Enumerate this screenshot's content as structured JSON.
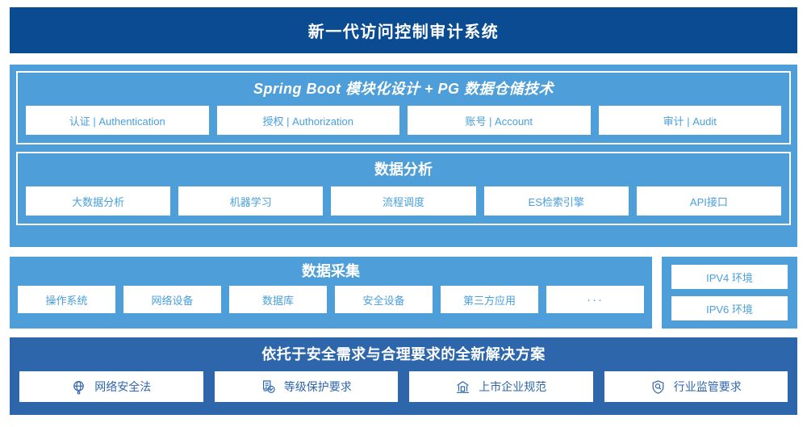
{
  "header": {
    "title": "新一代访问控制审计系统"
  },
  "colors": {
    "title_bar": "#0a4b92",
    "light_blue": "#4e9fd9",
    "dark_blue": "#2e66ab",
    "chip_bg": "#ffffff",
    "chip_text_light": "#49a0dc",
    "chip_text_dark": "#2e66ab"
  },
  "sections": {
    "platform": {
      "title": "Spring Boot 模块化设计 + PG 数据仓储技术",
      "items": [
        {
          "label": "认证 | Authentication"
        },
        {
          "label": "授权 | Authorization"
        },
        {
          "label": "账号 | Account"
        },
        {
          "label": "审计 | Audit"
        }
      ]
    },
    "analysis": {
      "title": "数据分析",
      "items": [
        {
          "label": "大数据分析"
        },
        {
          "label": "机器学习"
        },
        {
          "label": "流程调度"
        },
        {
          "label": "ES检索引擎"
        },
        {
          "label": "API接口"
        }
      ]
    },
    "collection": {
      "title": "数据采集",
      "items": [
        {
          "label": "操作系统"
        },
        {
          "label": "网络设备"
        },
        {
          "label": "数据库"
        },
        {
          "label": "安全设备"
        },
        {
          "label": "第三方应用"
        },
        {
          "label": "···"
        }
      ]
    },
    "environment": {
      "items": [
        {
          "label": "IPV4 环境"
        },
        {
          "label": "IPV6 环境"
        }
      ]
    },
    "solution": {
      "title": "依托于安全需求与合理要求的全新解决方案",
      "items": [
        {
          "label": "网络安全法",
          "icon": "globe-network-icon"
        },
        {
          "label": "等级保护要求",
          "icon": "document-check-icon"
        },
        {
          "label": "上市企业规范",
          "icon": "bank-building-icon"
        },
        {
          "label": "行业监管要求",
          "icon": "shield-search-icon"
        }
      ]
    }
  }
}
